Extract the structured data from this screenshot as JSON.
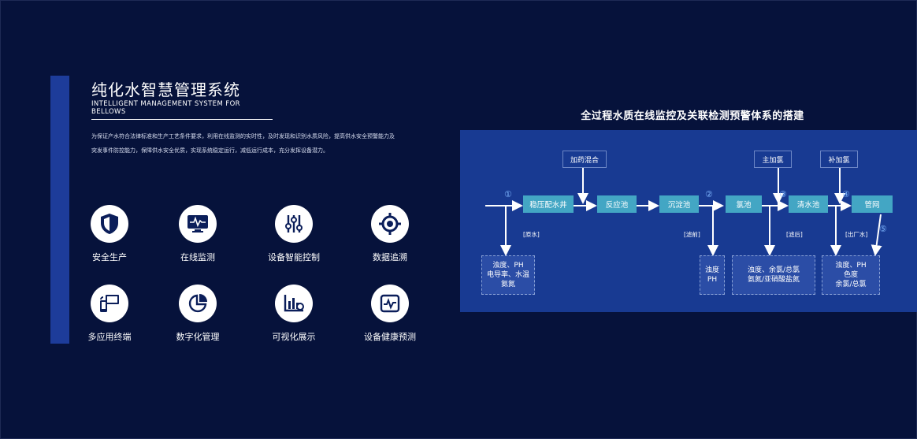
{
  "header": {
    "title": "纯化水智慧管理系统",
    "subtitle": "INTELLIGENT MANAGEMENT SYSTEM FOR BELLOWS",
    "description_line1": "为保证产水符合法律标准和生产工艺条件要求，利用在线监测的实时性，及时发现和识别水质风险，提高供水安全预警能力及",
    "description_line2": "突发事件防控能力，保障供水安全优质，实现系统稳定运行，减低运行成本，充分发挥设备潜力。"
  },
  "features": [
    {
      "label": "安全生产",
      "icon": "shield-icon"
    },
    {
      "label": "在线监测",
      "icon": "monitor-icon"
    },
    {
      "label": "设备智能控制",
      "icon": "sliders-icon"
    },
    {
      "label": "数据追溯",
      "icon": "target-icon"
    },
    {
      "label": "多应用终端",
      "icon": "multi-device-icon"
    },
    {
      "label": "数字化管理",
      "icon": "pie-chart-icon"
    },
    {
      "label": "可视化展示",
      "icon": "bar-chart-icon"
    },
    {
      "label": "设备健康预测",
      "icon": "pulse-icon"
    }
  ],
  "diagram": {
    "title": "全过程水质在线监控及关联检测预警体系的搭建",
    "nodes": {
      "n1": "稳压配水井",
      "n2": "反应池",
      "n3": "沉淀池",
      "n4": "氯池",
      "n5": "清水池",
      "n6": "管网"
    },
    "inputs": {
      "dosing": "加药混合",
      "main_chlorine": "主加氯",
      "supp_chlorine": "补加氯"
    },
    "points": [
      "①",
      "②",
      "③",
      "④",
      "⑤"
    ],
    "tags": {
      "raw": "[原水]",
      "pre_filter": "[滤前]",
      "post_filter": "[滤后]",
      "outlet": "[出厂水]"
    },
    "params": {
      "p1_line1": "浊度、PH",
      "p1_line2": "电导率、水温",
      "p1_line3": "氨氮",
      "p2_line1": "浊度",
      "p2_line2": "PH",
      "p3_line1": "浊度、余氯/总氯",
      "p3_line2": "氨氮/亚硝酸盐氮",
      "p4_line1": "浊度、PH",
      "p4_line2": "色度",
      "p4_line3": "余氯/总氯"
    }
  }
}
